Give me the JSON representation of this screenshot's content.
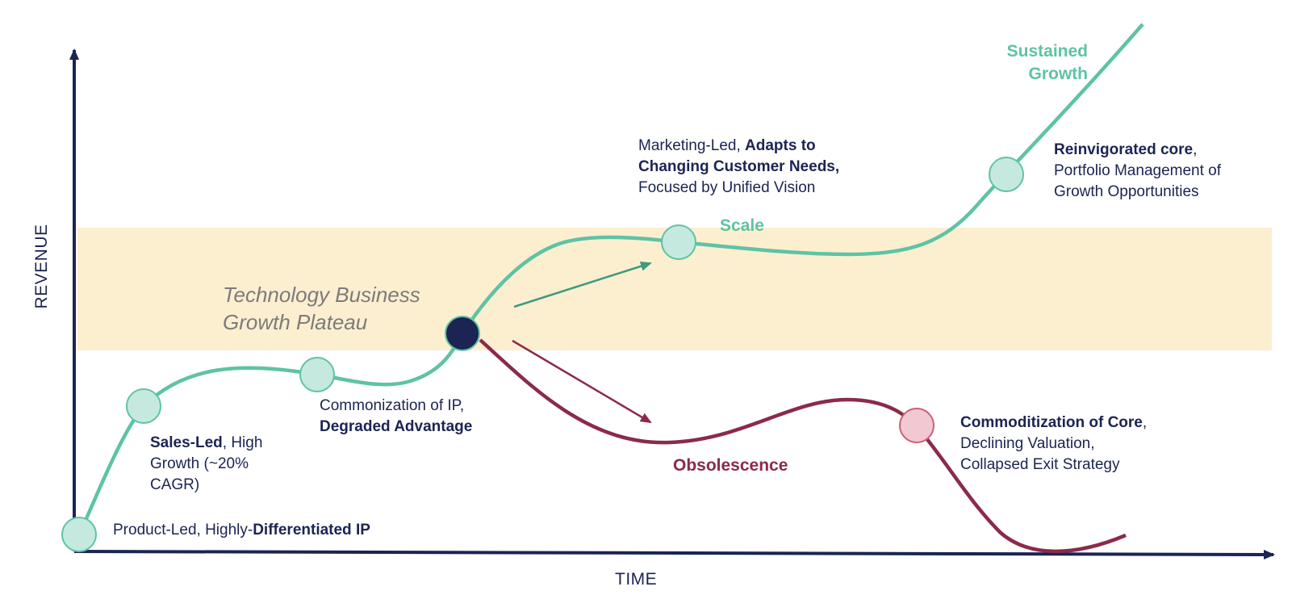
{
  "axes": {
    "x_label": "TIME",
    "y_label": "REVENUE"
  },
  "plateau": {
    "line1": "Technology Business",
    "line2": "Growth Plateau"
  },
  "stages": {
    "product_led": {
      "prefix": "Product-Led, Highly-",
      "bold": "Differentiated IP"
    },
    "sales_led": {
      "bold": "Sales-Led",
      "line1_rest": ", High",
      "line2": "Growth (~20%",
      "line3": "CAGR)"
    },
    "commonization": {
      "line1": "Commonization of IP,",
      "line2_bold": "Degraded Advantage"
    },
    "marketing_led": {
      "line1_prefix": "Marketing-Led, ",
      "line1_bold": "Adapts to",
      "line2_bold": "Changing Customer Needs,",
      "line3": "Focused by Unified Vision"
    },
    "reinvigorated": {
      "line1_bold": "Reinvigorated core",
      "line1_rest": ",",
      "line2": "Portfolio Management of",
      "line3": "Growth Opportunities"
    },
    "commoditization": {
      "line1_bold": "Commoditization of Core",
      "line1_rest": ",",
      "line2": "Declining Valuation,",
      "line3": "Collapsed Exit Strategy"
    }
  },
  "outcomes": {
    "scale": "Scale",
    "sustained_line1": "Sustained",
    "sustained_line2": "Growth",
    "obsolescence": "Obsolescence"
  },
  "colors": {
    "axis": "#1b2452",
    "growth_curve": "#5ec3a4",
    "growth_node_fill": "#c6e9df",
    "decline_curve": "#8b2a4a",
    "decline_node_fill": "#f2c9d3",
    "pivot_node_fill": "#1b2452",
    "plateau_band": "#fcefd0",
    "growth_arrow": "#3f9a80"
  }
}
